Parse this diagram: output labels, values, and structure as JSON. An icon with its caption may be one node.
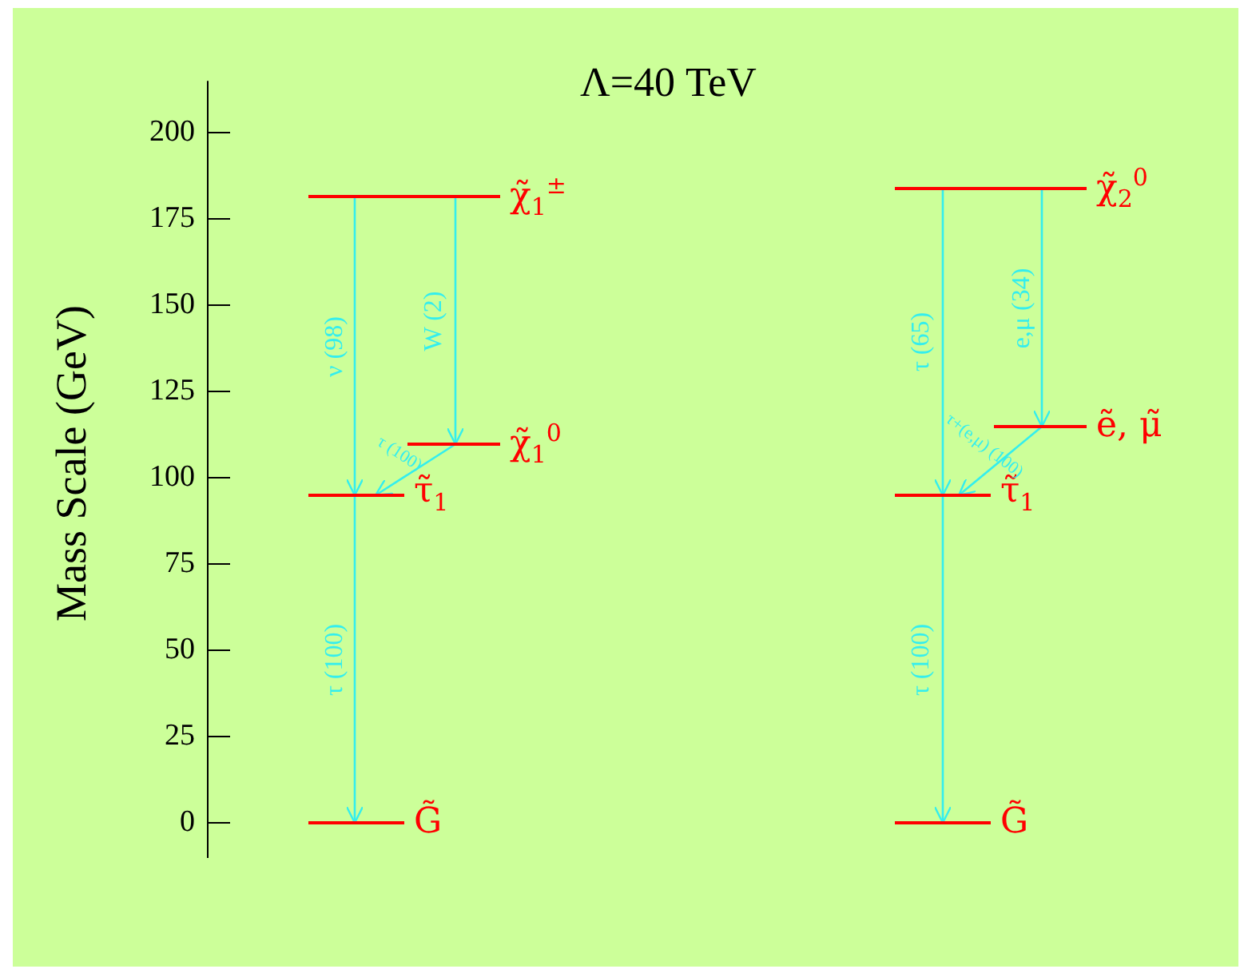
{
  "diagram": {
    "title": "Λ=40 TeV",
    "nodes": [
      {
        "text": [
          "χ̃$_{1}$$^{±}$"
        ]
      },
      {
        "text": [
          "χ̃$_{1}$$^{0}$"
        ]
      },
      {
        "text": [
          "τ̃$_{1}$"
        ]
      },
      {
        "text": [
          "G̃"
        ]
      },
      {
        "text": [
          "χ̃$_{2}$$^{0}$"
        ]
      },
      {
        "text": [
          "ẽ, μ̃"
        ]
      },
      {
        "text": [
          "τ̃$_{1}$"
        ]
      },
      {
        "text": [
          "G̃"
        ]
      }
    ],
    "edges": [
      {
        "from": 0,
        "to": 2,
        "arrow": "to",
        "label": "ν (98)"
      },
      {
        "from": 0,
        "to": 1,
        "arrow": "to",
        "label": "W (2)"
      },
      {
        "from": 1,
        "to": 2,
        "arrow": "to",
        "label": "τ (100)"
      },
      {
        "from": 2,
        "to": 3,
        "arrow": "to",
        "label": "τ (100)"
      },
      {
        "from": 4,
        "to": 6,
        "arrow": "to",
        "label": "τ (65)"
      },
      {
        "from": 4,
        "to": 5,
        "arrow": "to",
        "label": "e,μ (34)"
      },
      {
        "from": 5,
        "to": 6,
        "arrow": "to",
        "label": "τ+(e,μ) (100)"
      },
      {
        "from": 6,
        "to": 7,
        "arrow": "to",
        "label": "τ (100)"
      }
    ],
    "labels": [
      "Mass Scale (GeV)",
      "200",
      "175",
      "150",
      "125",
      "100",
      "75",
      "50",
      "25",
      "0"
    ]
  }
}
